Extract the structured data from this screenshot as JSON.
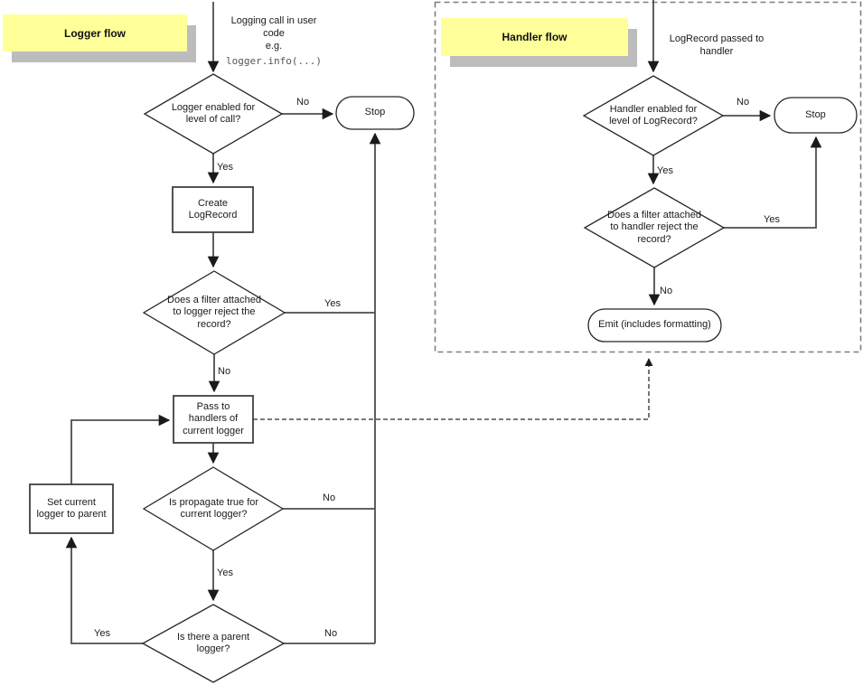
{
  "diagram": {
    "colors": {
      "title_fill": "#ffff99",
      "title_shadow": "#bcbcbc",
      "connector_line": "#4d4d4d",
      "shape_border": "#262626",
      "code_text": "#555555"
    },
    "logger_flow": {
      "title": "Logger flow",
      "start_text": "Logging call in user\ncode\ne.g.",
      "start_code": "logger.info(...)",
      "nodes": {
        "level_check": "Logger enabled for\nlevel of call?",
        "stop": "Stop",
        "create_logrecord": "Create\nLogRecord",
        "filter_check": "Does a filter attached\nto logger reject the\nrecord?",
        "pass_to_handlers": "Pass to\nhandlers of\ncurrent logger",
        "propagate_check": "Is propagate true for\ncurrent logger?",
        "parent_check": "Is there a parent\nlogger?",
        "set_current_logger": "Set current\nlogger to parent"
      },
      "edge_labels": {
        "level_no": "No",
        "level_yes": "Yes",
        "filter_yes": "Yes",
        "filter_no": "No",
        "propagate_no": "No",
        "propagate_yes": "Yes",
        "parent_yes": "Yes",
        "parent_no": "No"
      }
    },
    "handler_flow": {
      "title": "Handler flow",
      "start_text": "LogRecord passed to\nhandler",
      "nodes": {
        "level_check": "Handler enabled for\nlevel of LogRecord?",
        "stop": "Stop",
        "filter_check": "Does a filter attached\nto handler reject the\nrecord?",
        "emit": "Emit (includes formatting)"
      },
      "edge_labels": {
        "level_no": "No",
        "level_yes": "Yes",
        "filter_yes": "Yes",
        "filter_no": "No"
      }
    }
  }
}
